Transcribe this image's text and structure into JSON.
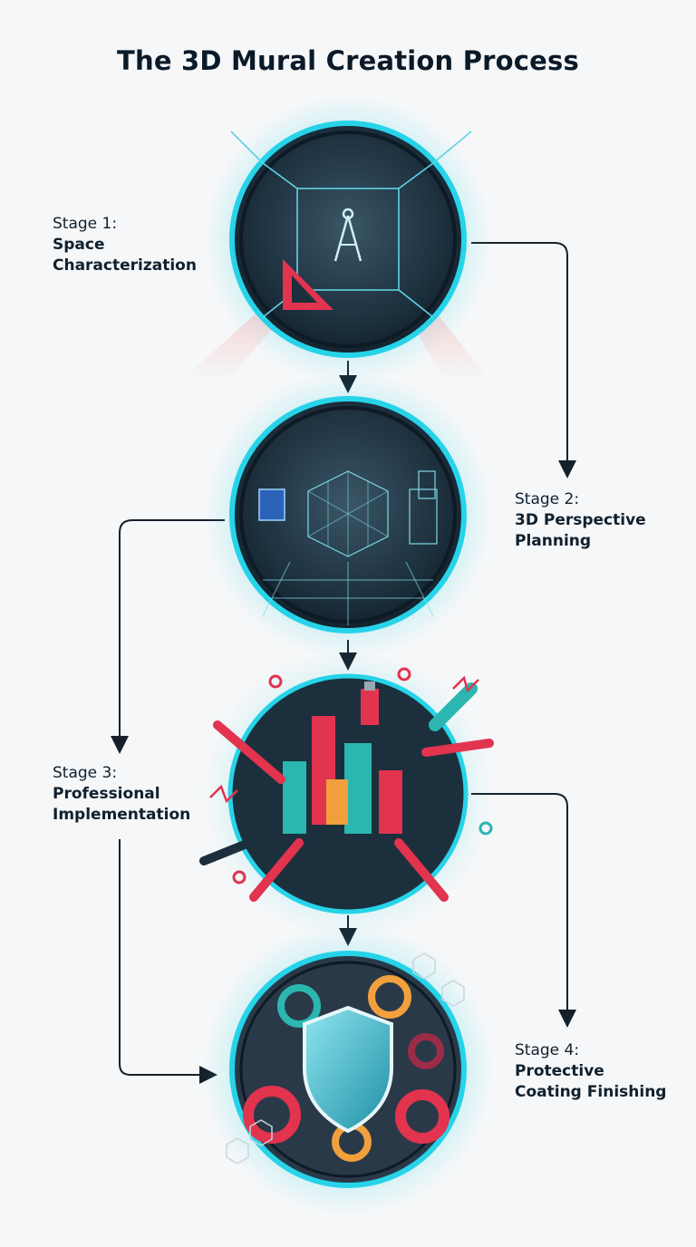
{
  "title": "The 3D Mural Creation Process",
  "stages": [
    {
      "number": "Stage 1:",
      "name_line1": "Space",
      "name_line2": "Characterization",
      "icon": "drafting-compass-triangle-icon"
    },
    {
      "number": "Stage 2:",
      "name_line1": "3D Perspective",
      "name_line2": "Planning",
      "icon": "wireframe-cube-icon"
    },
    {
      "number": "Stage 3:",
      "name_line1": "Professional",
      "name_line2": "Implementation",
      "icon": "paint-tools-burst-icon"
    },
    {
      "number": "Stage 4:",
      "name_line1": "Protective",
      "name_line2": "Coating Finishing",
      "icon": "shield-icon"
    }
  ],
  "colors": {
    "ring": "#27d3e8",
    "dark": "#1b2d3c",
    "accent_red": "#e2334f",
    "accent_orange": "#f2a03d",
    "accent_teal": "#2bb6b0",
    "arrow": "#15202b"
  }
}
